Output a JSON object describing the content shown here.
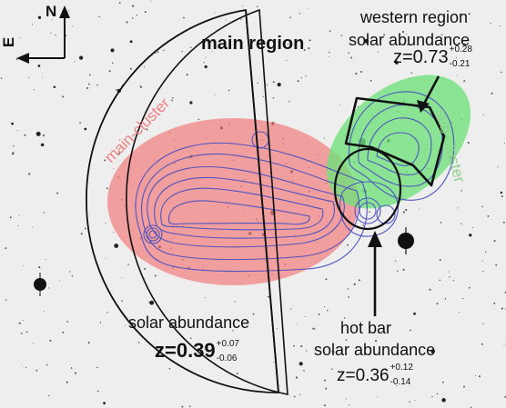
{
  "compass": {
    "north": "N",
    "east": "E"
  },
  "main_region": {
    "title": "main region",
    "abundance_label": "solar abundance",
    "z_value": "z=0.39",
    "z_upper": "+0.07",
    "z_lower": "-0.06"
  },
  "western_region": {
    "title": "western region",
    "abundance_label": "solar abundance",
    "z_value": "z=0.73",
    "z_upper": "+0.28",
    "z_lower": "-0.21"
  },
  "hot_bar": {
    "title": "hot bar",
    "abundance_label": "solar abundance",
    "z_value": "z=0.36",
    "z_upper": "+0.12",
    "z_lower": "-0.14"
  },
  "clusters": {
    "main": "main-cluster",
    "sub": "sub-cluster"
  },
  "colors": {
    "main_cluster": "#f27f7f",
    "sub_cluster": "#6ee27a",
    "contour": "#4a4fc0",
    "region_outline": "#111111"
  }
}
